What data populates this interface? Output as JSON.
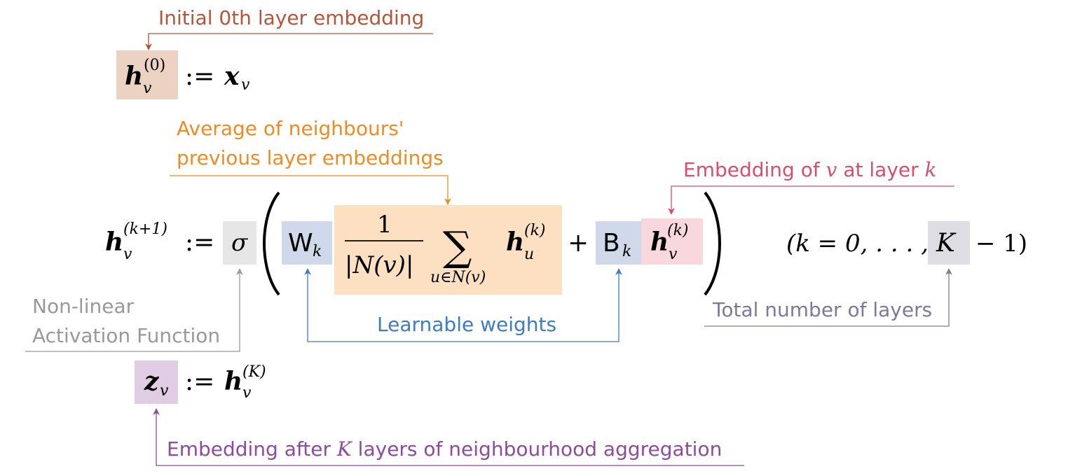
{
  "annotations": {
    "initial": {
      "text": "Initial 0th layer embedding"
    },
    "average": {
      "line1": "Average of neighbours'",
      "line2": "previous layer embeddings"
    },
    "embedding_vk": {
      "prefix": "Embedding of ",
      "v": "v",
      "mid": " at layer ",
      "k": "k"
    },
    "activation": {
      "line1": "Non-linear",
      "line2": "Activation Function"
    },
    "learnable": {
      "text": "Learnable weights"
    },
    "total_layers": {
      "text": "Total number of layers"
    },
    "after_k": {
      "prefix": "Embedding after ",
      "K": "K",
      "suffix": " layers of neighbourhood aggregation"
    }
  },
  "equations": {
    "init": {
      "h": "h",
      "sub": "v",
      "sup": "(0)",
      "assign": ":=",
      "x": "x",
      "xsub": "v"
    },
    "update": {
      "h": "h",
      "sub": "v",
      "sup": "(k+1)",
      "assign": ":=",
      "sigma": "σ",
      "W": "W",
      "Wsub": "k",
      "frac_num": "1",
      "frac_den": "|N(v)|",
      "sum": "∑",
      "sum_sub": "u∈N(v)",
      "hu": "h",
      "hu_sub": "u",
      "hu_sup": "(k)",
      "plus": "+",
      "B": "B",
      "Bsub": "k",
      "hv": "h",
      "hv_sub": "v",
      "hv_sup": "(k)",
      "range_open": "(k = 0, . . . ,",
      "range_K": "K",
      "range_close": "− 1)"
    },
    "final": {
      "z": "z",
      "zsub": "v",
      "assign": ":=",
      "h": "h",
      "hsub": "v",
      "hsup": "(K)"
    }
  },
  "colors": {
    "brown": "#b5553a",
    "brown_bg": "#ecd2c2",
    "orange": "#ee8b23",
    "orange_bg": "#fde0c2",
    "pink": "#d94f6b",
    "pink_bg": "#f8d8dd",
    "gray": "#999999",
    "gray_bg": "#e6e6e6",
    "blue": "#3e7cc0",
    "blue_bg": "#cfd9ea",
    "slate": "#7a7a9e",
    "slate_bg": "#dedde4",
    "purple": "#8e4a9e",
    "purple_bg": "#e0cde4"
  }
}
